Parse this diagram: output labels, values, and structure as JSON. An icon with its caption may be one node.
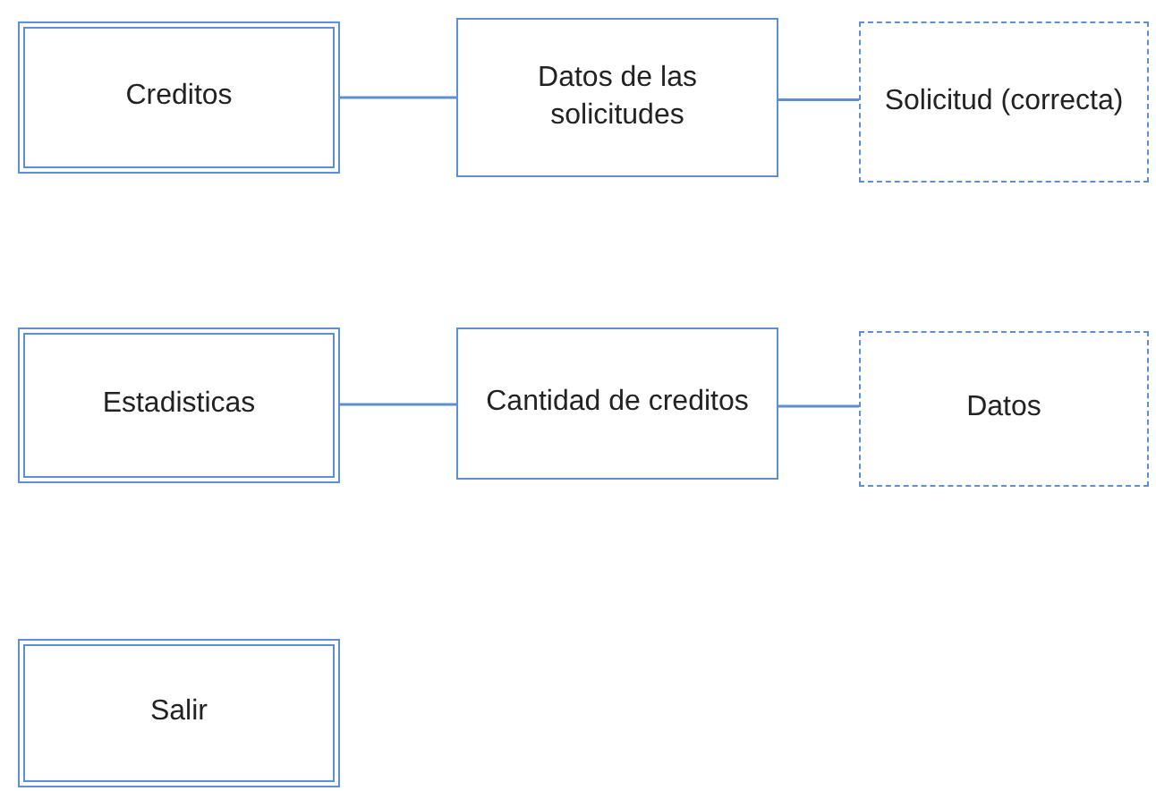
{
  "diagram": {
    "nodes": [
      {
        "text": [
          "Creditos"
        ]
      },
      {
        "text": [
          "Datos de las solicitudes"
        ]
      },
      {
        "text": [
          "Solicitud (correcta)"
        ]
      },
      {
        "text": [
          "Estadisticas"
        ]
      },
      {
        "text": [
          "Cantidad de creditos"
        ]
      },
      {
        "text": [
          "Datos"
        ]
      },
      {
        "text": [
          "Salir"
        ]
      }
    ],
    "edges": [
      {
        "from": 0,
        "to": 1,
        "arrow": "none"
      },
      {
        "from": 1,
        "to": 2,
        "arrow": "none"
      },
      {
        "from": 3,
        "to": 4,
        "arrow": "none"
      },
      {
        "from": 4,
        "to": 5,
        "arrow": "none"
      }
    ]
  }
}
